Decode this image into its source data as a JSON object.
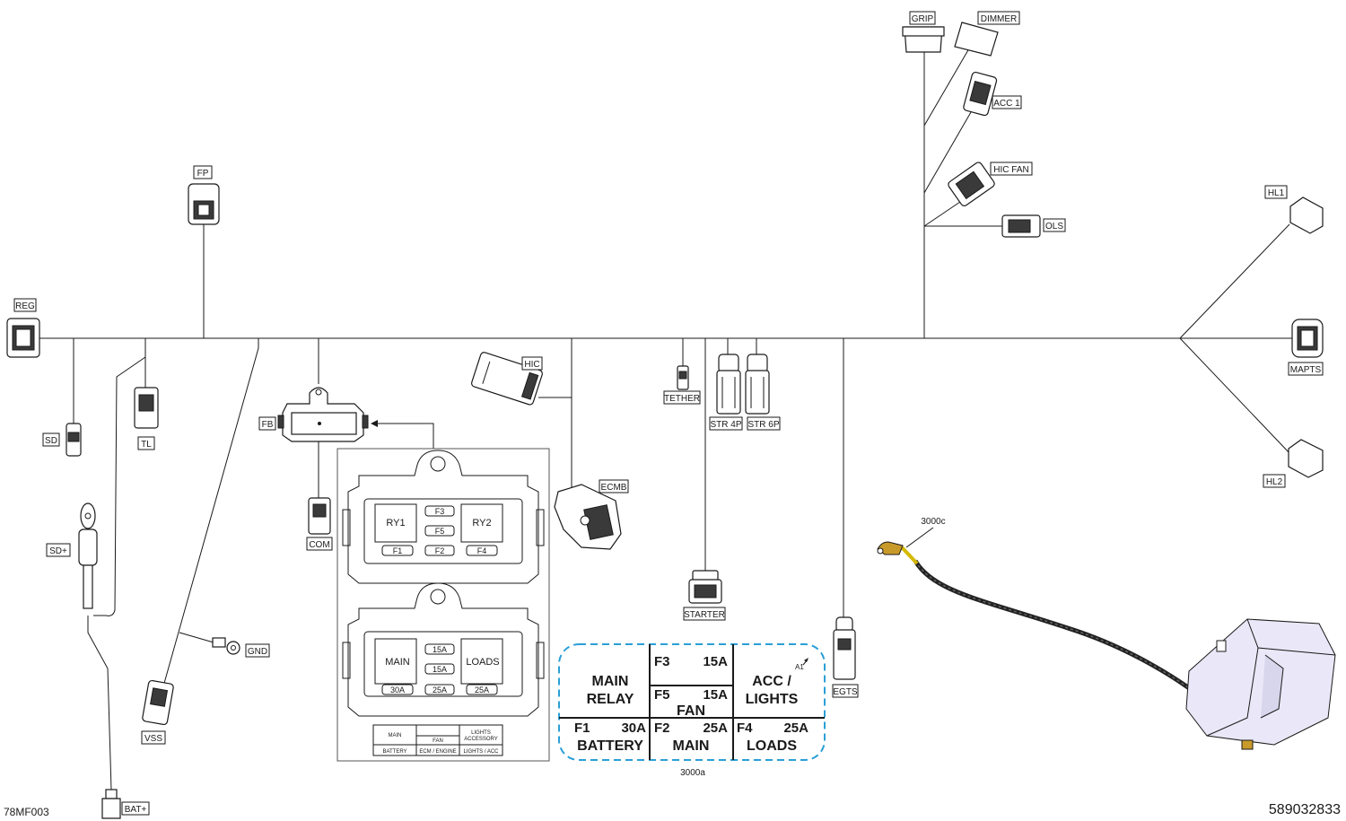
{
  "drawing_code": "78MF003",
  "part_number": "589032833",
  "connectors": {
    "reg": "REG",
    "fp": "FP",
    "sd": "SD",
    "tl": "TL",
    "sd_plus": "SD+",
    "gnd": "GND",
    "vss": "VSS",
    "bat_plus": "BAT+",
    "fb": "FB",
    "com": "COM",
    "hic": "HIC",
    "ecmb": "ECMB",
    "tether": "TETHER",
    "str4p": "STR 4P",
    "str6p": "STR 6P",
    "starter": "STARTER",
    "egts": "EGTS",
    "grip": "GRIP",
    "dimmer": "DIMMER",
    "acc1": "ACC 1",
    "hic_fan": "HIC  FAN",
    "ols": "OLS",
    "hl1": "HL1",
    "mapts": "MAPTS",
    "hl2": "HL2"
  },
  "fuse_box": {
    "upper": {
      "ry1": "RY1",
      "ry2": "RY2",
      "f1": "F1",
      "f2": "F2",
      "f3": "F3",
      "f4": "F4",
      "f5": "F5"
    },
    "lower": {
      "main": "MAIN",
      "loads": "LOADS",
      "a15_top": "15A",
      "a15_bottom": "15A",
      "a30": "30A",
      "a25_mid": "25A",
      "a25_right": "25A"
    },
    "legend": {
      "main": "MAIN",
      "fan": "FAN",
      "lights_accessory": "LIGHTS\nACCESSORY",
      "battery": "BATTERY",
      "ecm_engine": "ECM / ENGINE",
      "lights_acc": "LIGHTS / ACC"
    }
  },
  "fuse_label": {
    "reference": "3000a",
    "border_color": "#2a9fd6",
    "main_relay": "MAIN\nRELAY",
    "f3": "F3",
    "f3_amp": "15A",
    "f5": "F5",
    "f5_amp": "15A",
    "fan": "FAN",
    "acc_lights": "ACC /\nLIGHTS",
    "a1_mark": "A1",
    "f1": "F1",
    "f1_amp": "30A",
    "battery": "BATTERY",
    "f2": "F2",
    "f2_amp": "25A",
    "main": "MAIN",
    "f4": "F4",
    "f4_amp": "25A",
    "loads": "LOADS"
  },
  "cable_reference": "3000c",
  "icons": [
    "connector-icon",
    "fuse-box-icon",
    "ring-terminal-icon",
    "battery-cable-icon"
  ]
}
